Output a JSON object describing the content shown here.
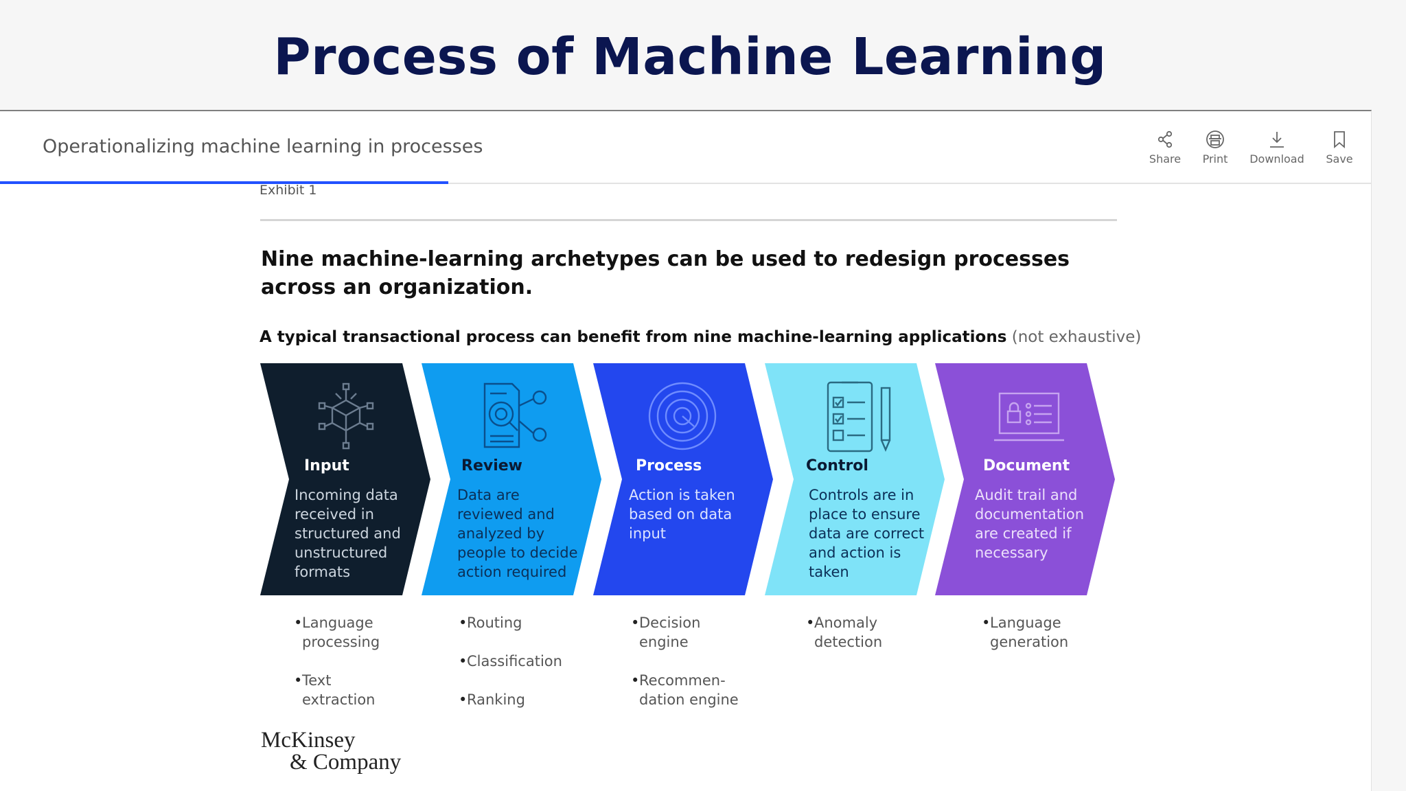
{
  "slide": {
    "title": "Process of Machine Learning"
  },
  "article": {
    "title": "Operationalizing machine learning in processes",
    "tools": [
      {
        "label": "Share",
        "icon": "share-icon"
      },
      {
        "label": "Print",
        "icon": "print-icon"
      },
      {
        "label": "Download",
        "icon": "download-icon"
      },
      {
        "label": "Save",
        "icon": "bookmark-icon"
      }
    ]
  },
  "exhibit": {
    "label": "Exhibit 1",
    "headline": "Nine machine-learning archetypes can be used to redesign processes across an organization.",
    "subhead_bold": "A typical transactional process can benefit from nine machine-learning applications",
    "subhead_note": "(not exhaustive)",
    "steps": [
      {
        "title": "Input",
        "desc": "Incoming data received in structured and unstructured formats",
        "color": "#0f1e2d",
        "text_color": "#ffffff",
        "icon": "network-cube-icon",
        "applications": [
          "Language processing",
          "Text extraction"
        ]
      },
      {
        "title": "Review",
        "desc": "Data are reviewed and analyzed by people to decide action required",
        "color": "#0f9cf0",
        "text_color": "#0b1a33",
        "icon": "document-review-icon",
        "applications": [
          "Routing",
          "Classification",
          "Ranking"
        ]
      },
      {
        "title": "Process",
        "desc": "Action is taken based on data input",
        "color": "#2347ee",
        "text_color": "#ffffff",
        "icon": "target-icon",
        "applications": [
          "Decision engine",
          "Recommen-dation engine"
        ]
      },
      {
        "title": "Control",
        "desc": "Controls are in place to ensure data are correct and action is taken",
        "color": "#7fe3f8",
        "text_color": "#0b1a33",
        "icon": "checklist-icon",
        "applications": [
          "Anomaly detection"
        ]
      },
      {
        "title": "Document",
        "desc": "Audit trail and documentation are created if necessary",
        "color": "#8b50d8",
        "text_color": "#ffffff",
        "icon": "laptop-lock-icon",
        "applications": [
          "Language generation"
        ]
      }
    ]
  },
  "logo": {
    "line1": "McKinsey",
    "line2": "& Company"
  }
}
